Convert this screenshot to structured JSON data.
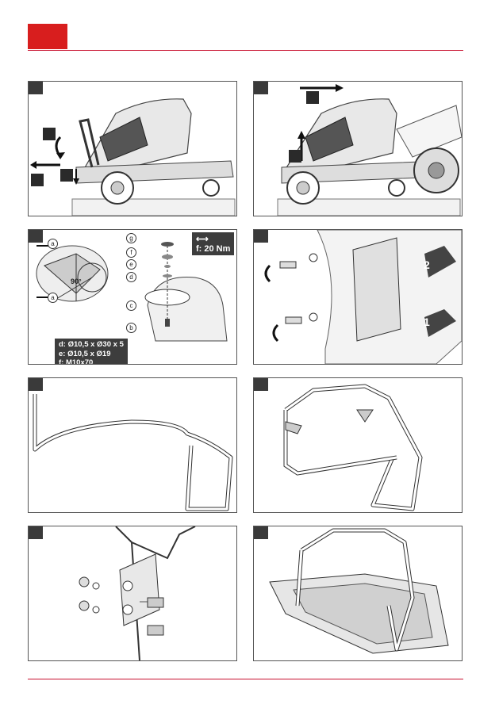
{
  "header": {
    "accent_color": "#d81e1e",
    "rule_color": "#c8102e"
  },
  "panel3": {
    "torque_label": "f: 20 Nm",
    "angle_label": "90°",
    "part_labels": [
      "a",
      "a",
      "b",
      "c",
      "d",
      "e",
      "f",
      "g"
    ],
    "specs": [
      "d:  Ø10,5 x Ø30 x 5",
      "e:  Ø10,5 x Ø19",
      "f:   M10x70"
    ]
  },
  "panel4": {
    "step_labels": [
      "1",
      "2"
    ]
  }
}
